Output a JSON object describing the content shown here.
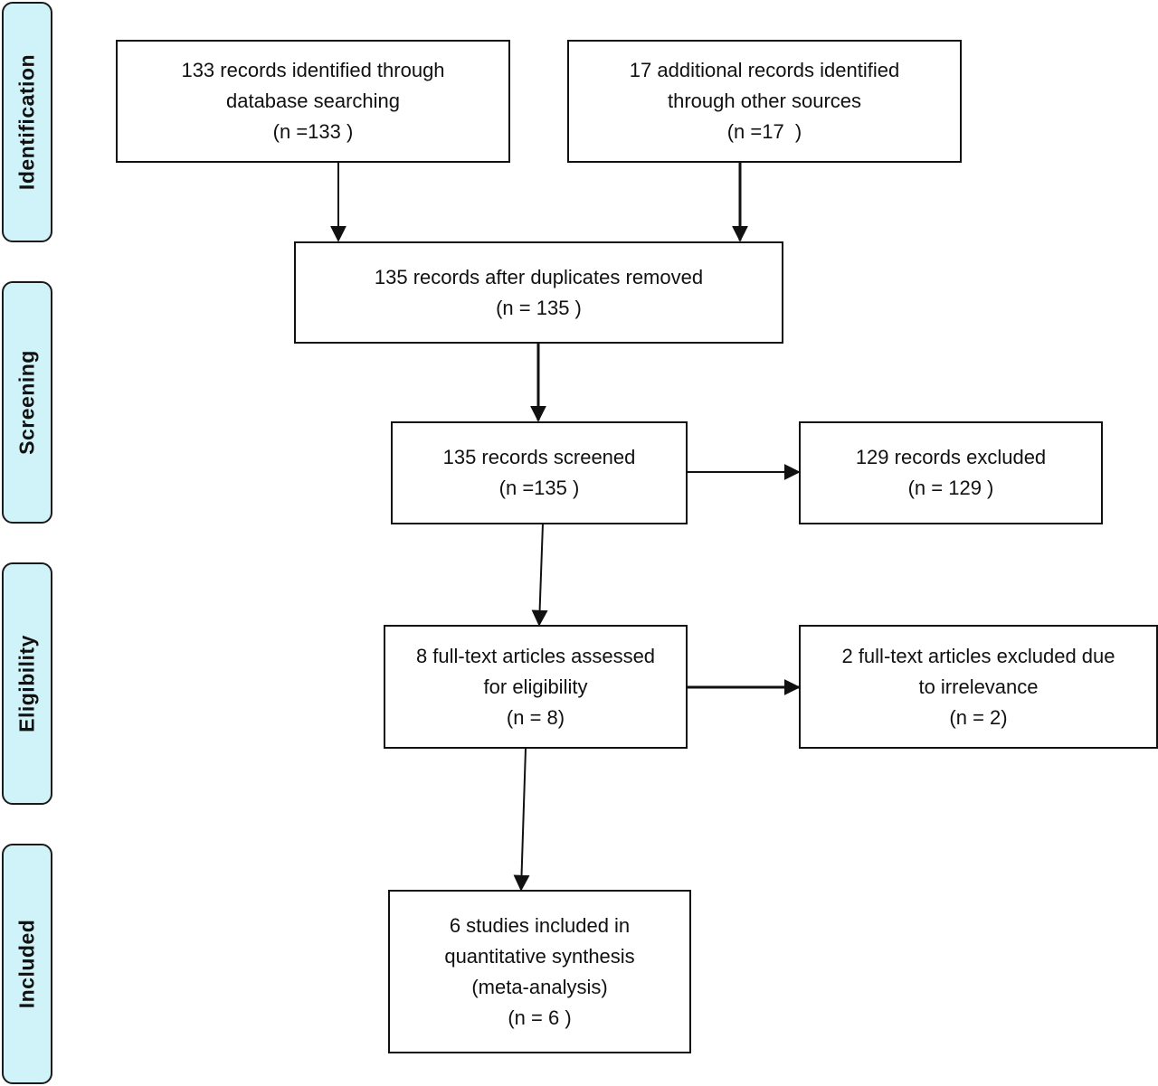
{
  "stages": [
    {
      "id": "identification",
      "label": "Identification"
    },
    {
      "id": "screening",
      "label": "Screening"
    },
    {
      "id": "eligibility",
      "label": "Eligibility"
    },
    {
      "id": "included",
      "label": "Included"
    }
  ],
  "boxes": {
    "database": {
      "lines": [
        "133 records identified through",
        "database searching",
        "(n =133 )"
      ]
    },
    "other_sources": {
      "lines": [
        "17 additional records identified",
        "through other sources",
        "(n =17  )"
      ]
    },
    "duplicates_removed": {
      "lines": [
        "135 records after duplicates removed",
        "(n = 135 )"
      ]
    },
    "screened": {
      "lines": [
        "135 records screened",
        "(n =135 )"
      ]
    },
    "excluded": {
      "lines": [
        "129 records excluded",
        "(n = 129 )"
      ]
    },
    "full_text": {
      "lines": [
        "8 full-text articles assessed",
        "for eligibility",
        "(n = 8)"
      ]
    },
    "full_text_excluded": {
      "lines": [
        "2 full-text articles excluded due",
        "to irrelevance",
        "(n = 2)"
      ]
    },
    "included": {
      "lines": [
        "6 studies included in",
        "quantitative synthesis",
        "(meta-analysis)",
        "(n = 6 )"
      ]
    }
  }
}
